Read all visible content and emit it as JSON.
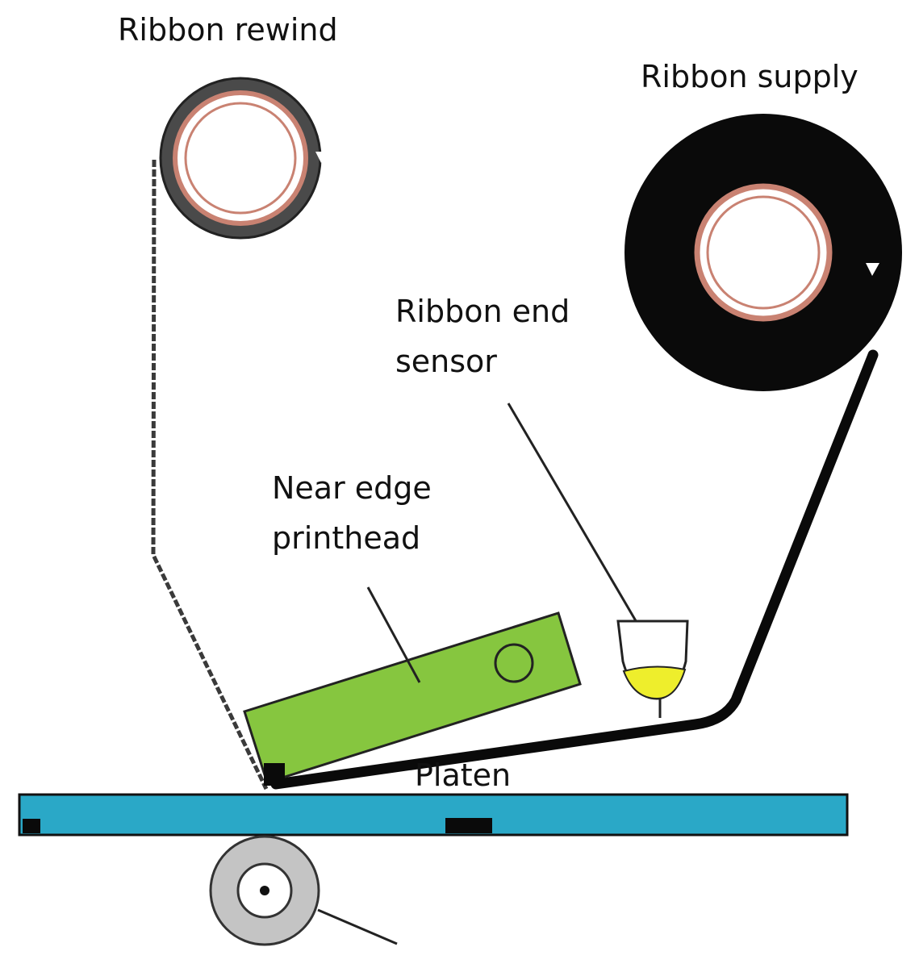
{
  "labels": {
    "ribbon_rewind": "Ribbon rewind",
    "ribbon_supply": "Ribbon supply",
    "ribbon_end_sensor_line1": "Ribbon end",
    "ribbon_end_sensor_line2": "sensor",
    "near_edge_printhead_line1": "Near edge",
    "near_edge_printhead_line2": "printhead",
    "platen": "Platen"
  },
  "colors": {
    "ribbon": "#0a0a0a",
    "rewind_roll": "#4a4a4a",
    "core_ring": "#c98272",
    "printhead": "#86c63f",
    "media": "#2aa8c7",
    "sensor_fill": "#eeee2c",
    "platen": "#c4c4c4"
  }
}
